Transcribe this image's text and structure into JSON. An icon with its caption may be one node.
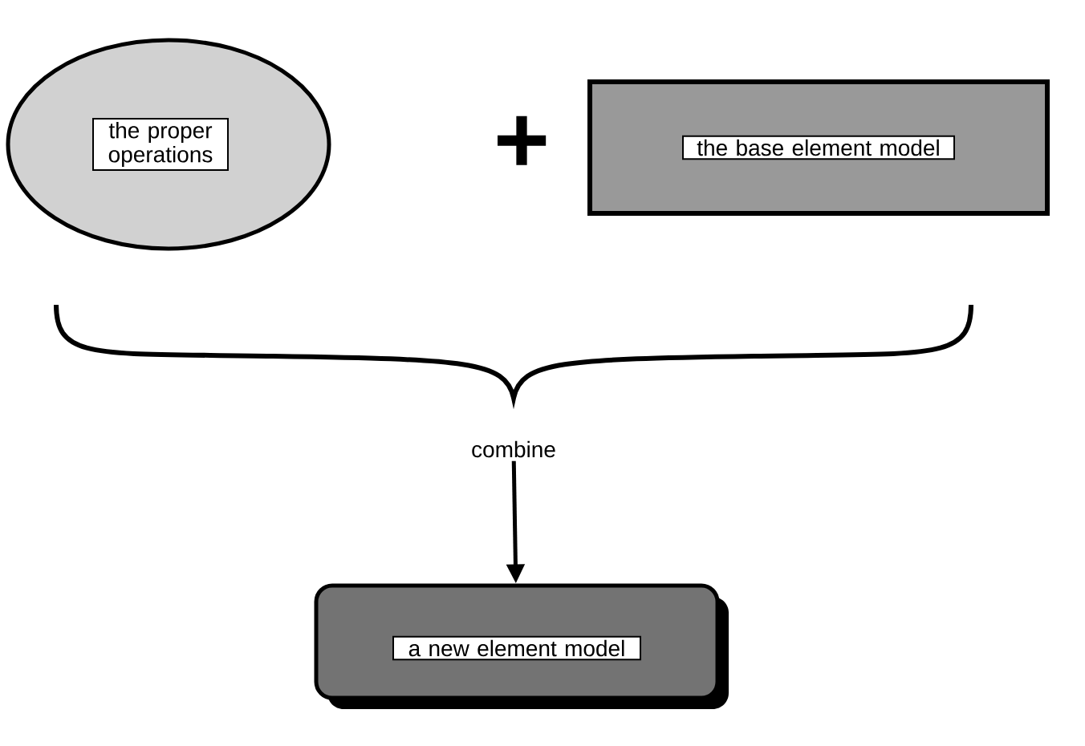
{
  "diagram": {
    "nodes": [
      {
        "text": [
          "the proper operations"
        ]
      },
      {
        "text": [
          "the base element model"
        ]
      },
      {
        "text": [
          "combine"
        ]
      },
      {
        "text": [
          "a new element model"
        ]
      }
    ],
    "edges": [
      {
        "from": 2,
        "to": 3,
        "arrow": "to"
      }
    ],
    "labels": [
      "+"
    ]
  }
}
